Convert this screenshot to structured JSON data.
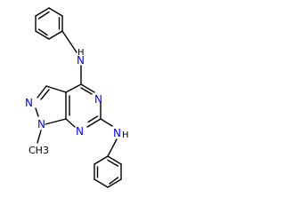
{
  "molecule": {
    "atoms": {
      "n_amine_top": "N",
      "h_amine_top": "H",
      "n_ring_right": "N",
      "n_ring_bottom": "N",
      "n_amine_bottom": "N",
      "h_amine_bottom": "H",
      "n_pyrazole_top": "N",
      "n_pyrazole_methyl": "N",
      "methyl_label": "CH3"
    }
  },
  "colors": {
    "heteroatom": "#0000ff",
    "bond": "#000000",
    "background": "#ffffff"
  }
}
